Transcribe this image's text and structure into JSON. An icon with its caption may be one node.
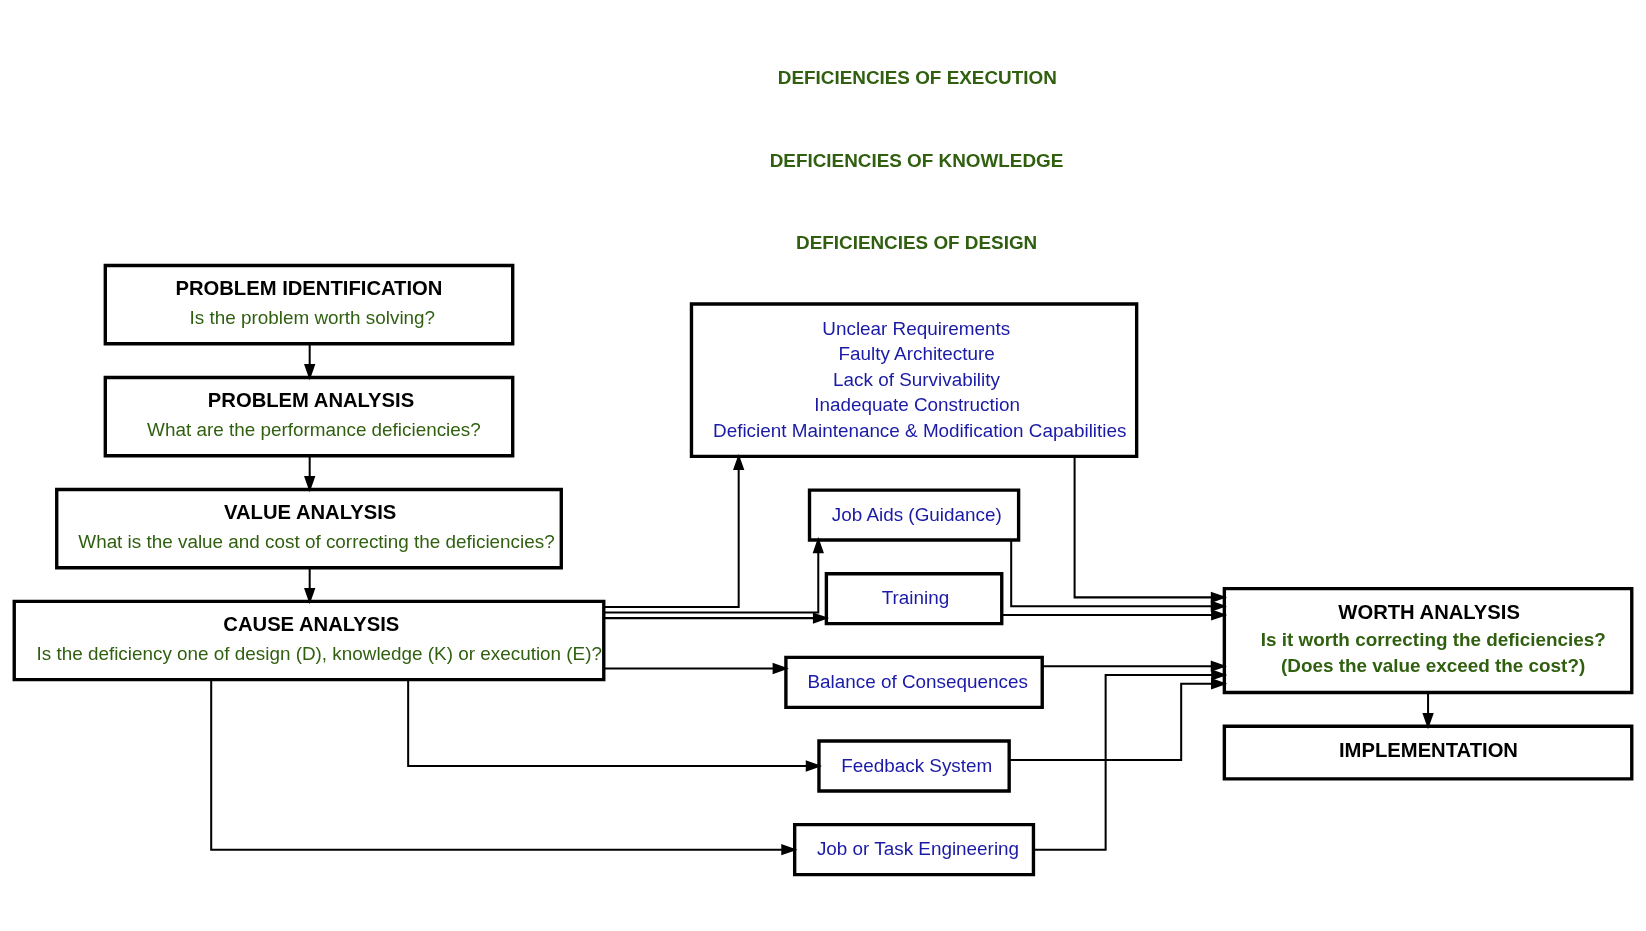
{
  "diagram": {
    "nodes": [
      {
        "text": [
          "PROBLEM IDENTIFICATION",
          "Is the problem worth solving?"
        ]
      },
      {
        "text": [
          "PROBLEM ANALYSIS",
          "What are the performance deficiencies?"
        ]
      },
      {
        "text": [
          "VALUE ANALYSIS",
          "What is the value and cost of correcting the deficiencies?"
        ]
      },
      {
        "text": [
          "CAUSE ANALYSIS",
          "Is the deficiency one of design (D), knowledge (K) or execution (E)?"
        ]
      },
      {
        "text": [
          "Unclear Requirements",
          "Faulty Architecture",
          "Lack of Survivability",
          "Inadequate Construction",
          "Deficient Maintenance & Modification Capabilities"
        ]
      },
      {
        "text": [
          "Job Aids (Guidance)"
        ]
      },
      {
        "text": [
          "Training"
        ]
      },
      {
        "text": [
          "Balance of Consequences"
        ]
      },
      {
        "text": [
          "Feedback System"
        ]
      },
      {
        "text": [
          "Job or Task Engineering"
        ]
      },
      {
        "text": [
          "WORTH ANALYSIS",
          "Is it worth correcting the deficiencies?",
          "(Does the value exceed the cost?)"
        ]
      },
      {
        "text": [
          "IMPLEMENTATION"
        ]
      }
    ],
    "edges": [
      {
        "from": 0,
        "to": 1,
        "arrow": "to"
      },
      {
        "from": 1,
        "to": 2,
        "arrow": "to"
      },
      {
        "from": 2,
        "to": 3,
        "arrow": "to"
      },
      {
        "from": 3,
        "to": 4,
        "arrow": "to"
      },
      {
        "from": 3,
        "to": 5,
        "arrow": "to"
      },
      {
        "from": 3,
        "to": 6,
        "arrow": "to"
      },
      {
        "from": 3,
        "to": 7,
        "arrow": "to"
      },
      {
        "from": 3,
        "to": 8,
        "arrow": "to"
      },
      {
        "from": 3,
        "to": 9,
        "arrow": "to"
      },
      {
        "from": 4,
        "to": 10,
        "arrow": "to"
      },
      {
        "from": 5,
        "to": 10,
        "arrow": "to"
      },
      {
        "from": 6,
        "to": 10,
        "arrow": "to"
      },
      {
        "from": 7,
        "to": 10,
        "arrow": "to"
      },
      {
        "from": 8,
        "to": 10,
        "arrow": "to"
      },
      {
        "from": 9,
        "to": 10,
        "arrow": "to"
      },
      {
        "from": 10,
        "to": 11,
        "arrow": "to"
      }
    ],
    "labels": [
      "DEFICIENCIES OF DESIGN",
      "DEFICIENCIES OF KNOWLEDGE",
      "DEFICIENCIES OF EXECUTION"
    ]
  }
}
